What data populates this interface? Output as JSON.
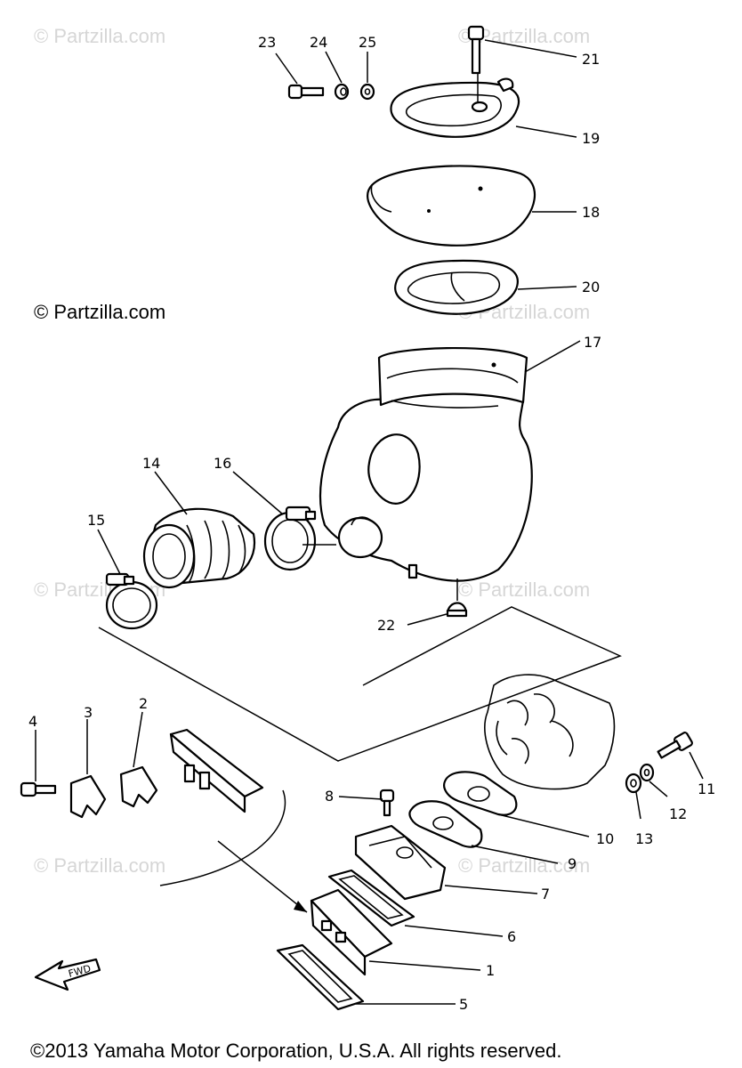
{
  "watermark": {
    "text": "© Partzilla.com",
    "main_text": "© Partzilla.com"
  },
  "footer": {
    "copyright": "©2013  Yamaha Motor Corporation, U.S.A. All rights reserved."
  },
  "fwd_arrow_label": "FWD",
  "callouts": {
    "c1": "1",
    "c2": "2",
    "c3": "3",
    "c4": "4",
    "c5": "5",
    "c6": "6",
    "c7": "7",
    "c8": "8",
    "c9": "9",
    "c10": "10",
    "c11": "11",
    "c12": "12",
    "c13": "13",
    "c14": "14",
    "c15": "15",
    "c16": "16",
    "c17": "17",
    "c18": "18",
    "c19": "19",
    "c20": "20",
    "c21": "21",
    "c22": "22",
    "c23": "23",
    "c24": "24",
    "c25": "25"
  }
}
